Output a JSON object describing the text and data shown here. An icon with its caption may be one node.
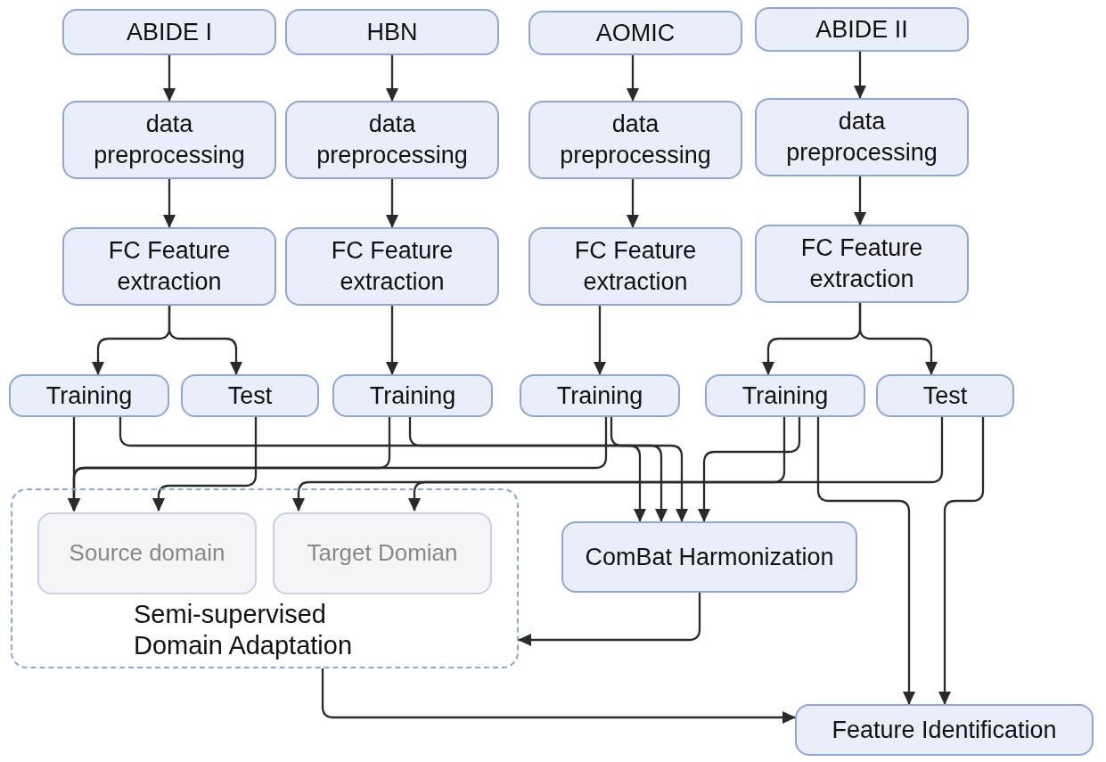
{
  "diagram": {
    "nodes": [
      {
        "text": [
          "ABIDE I"
        ]
      },
      {
        "text": [
          "HBN"
        ]
      },
      {
        "text": [
          "AOMIC"
        ]
      },
      {
        "text": [
          "ABIDE II"
        ]
      },
      {
        "text": [
          "data preprocessing"
        ]
      },
      {
        "text": [
          "data preprocessing"
        ]
      },
      {
        "text": [
          "data preprocessing"
        ]
      },
      {
        "text": [
          "data preprocessing"
        ]
      },
      {
        "text": [
          "FC Feature extraction"
        ]
      },
      {
        "text": [
          "FC Feature extraction"
        ]
      },
      {
        "text": [
          "FC Feature extraction"
        ]
      },
      {
        "text": [
          "FC Feature extraction"
        ]
      },
      {
        "text": [
          "Training"
        ]
      },
      {
        "text": [
          "Test"
        ]
      },
      {
        "text": [
          "Training"
        ]
      },
      {
        "text": [
          "Training"
        ]
      },
      {
        "text": [
          "Training"
        ]
      },
      {
        "text": [
          "Test"
        ]
      },
      {
        "text": [
          "Semi-supervised Domain Adaptation"
        ]
      },
      {
        "text": [
          "Source domain"
        ],
        "in": 18
      },
      {
        "text": [
          "Target Domian"
        ],
        "in": 18
      },
      {
        "text": [
          "ComBat Harmonization"
        ]
      },
      {
        "text": [
          "Feature Identification"
        ]
      }
    ],
    "edges": [
      {
        "from": 0,
        "to": 4,
        "arrow": "to"
      },
      {
        "from": 1,
        "to": 5,
        "arrow": "to"
      },
      {
        "from": 2,
        "to": 6,
        "arrow": "to"
      },
      {
        "from": 3,
        "to": 7,
        "arrow": "to"
      },
      {
        "from": 4,
        "to": 8,
        "arrow": "to"
      },
      {
        "from": 5,
        "to": 9,
        "arrow": "to"
      },
      {
        "from": 6,
        "to": 10,
        "arrow": "to"
      },
      {
        "from": 7,
        "to": 11,
        "arrow": "to"
      },
      {
        "from": 8,
        "to": 12,
        "arrow": "to"
      },
      {
        "from": 8,
        "to": 13,
        "arrow": "to"
      },
      {
        "from": 9,
        "to": 14,
        "arrow": "to"
      },
      {
        "from": 10,
        "to": 15,
        "arrow": "to"
      },
      {
        "from": 11,
        "to": 16,
        "arrow": "to"
      },
      {
        "from": 11,
        "to": 17,
        "arrow": "to"
      },
      {
        "from": 12,
        "to": 19,
        "arrow": "to"
      },
      {
        "from": 14,
        "to": 19,
        "arrow": "to"
      },
      {
        "from": 15,
        "to": 19,
        "arrow": "to"
      },
      {
        "from": 13,
        "to": 19,
        "arrow": "to"
      },
      {
        "from": 16,
        "to": 20,
        "arrow": "to"
      },
      {
        "from": 17,
        "to": 20,
        "arrow": "to"
      },
      {
        "from": 12,
        "to": 21,
        "arrow": "to"
      },
      {
        "from": 14,
        "to": 21,
        "arrow": "to"
      },
      {
        "from": 15,
        "to": 21,
        "arrow": "to"
      },
      {
        "from": 16,
        "to": 21,
        "arrow": "to"
      },
      {
        "from": 16,
        "to": 22,
        "arrow": "to"
      },
      {
        "from": 17,
        "to": 22,
        "arrow": "to"
      },
      {
        "from": 21,
        "to": 18,
        "arrow": "to"
      },
      {
        "from": 18,
        "to": 22,
        "arrow": "to"
      }
    ]
  }
}
